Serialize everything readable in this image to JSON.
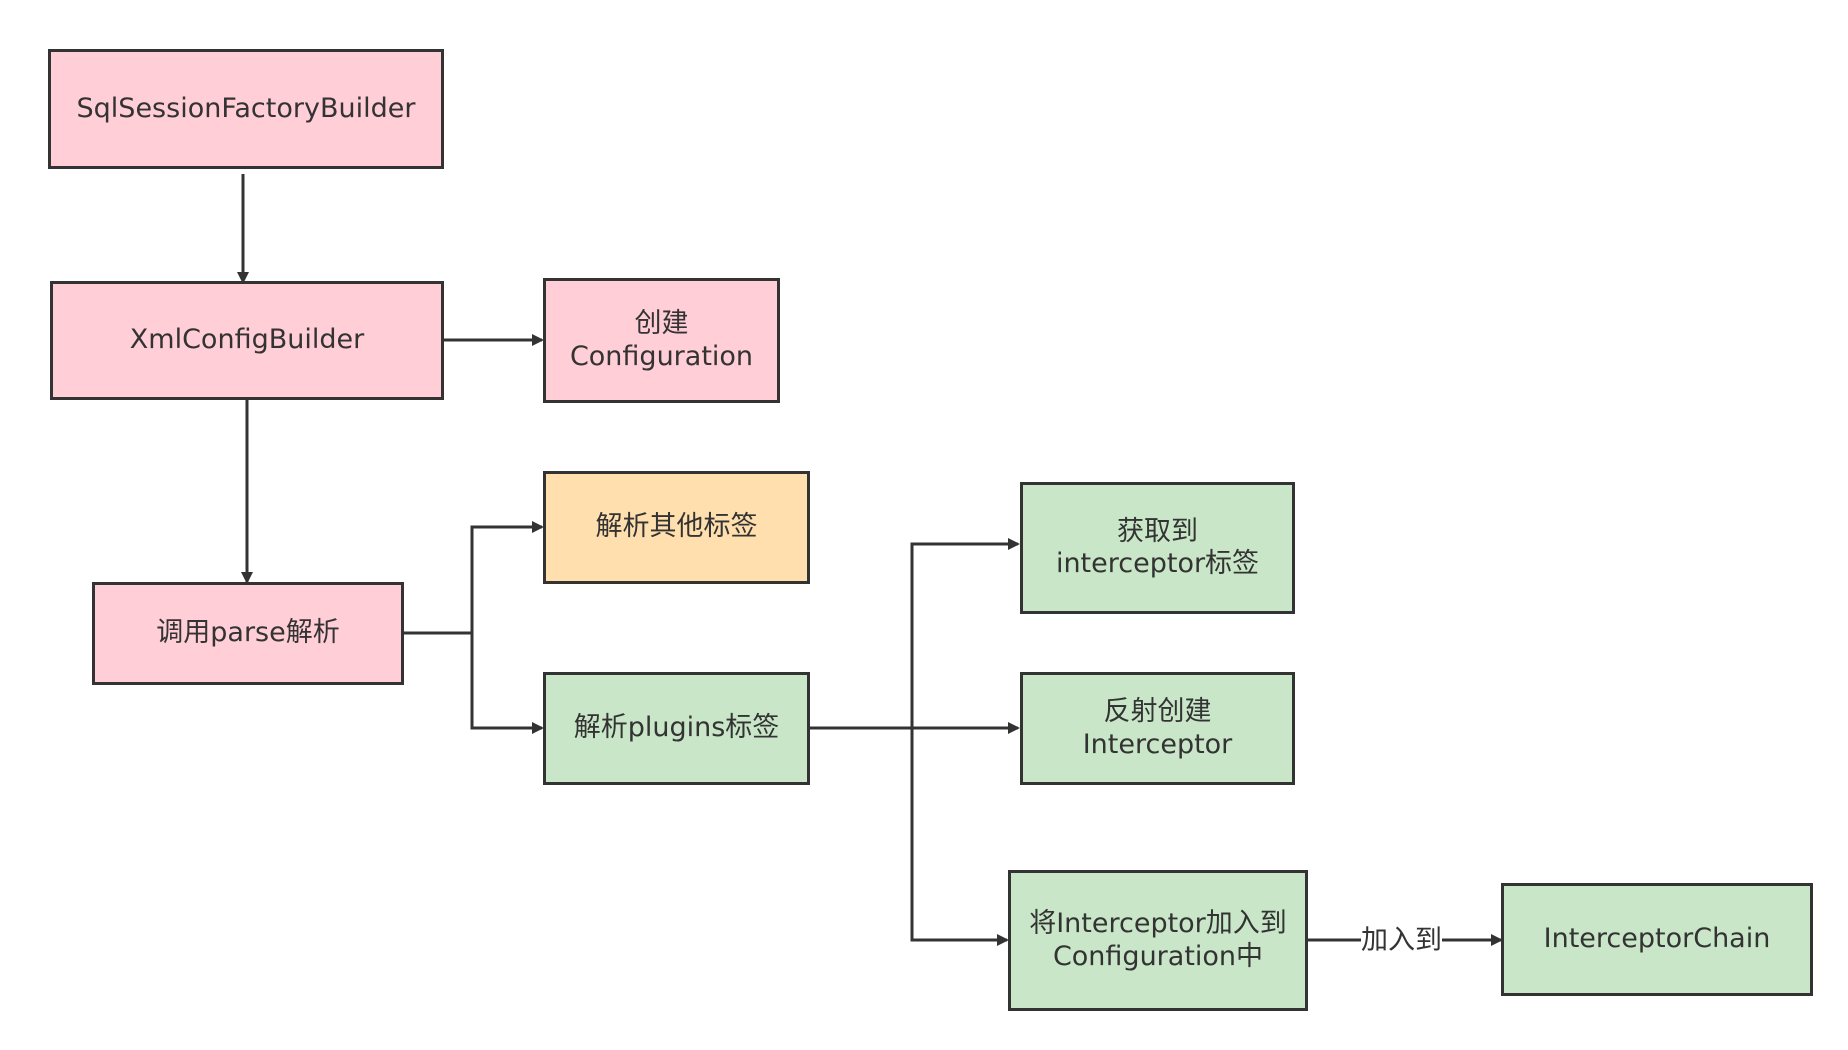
{
  "colors": {
    "pink": "#ffced6",
    "orange": "#ffdfad",
    "green": "#c9e7c8",
    "stroke": "#333333"
  },
  "nodes": {
    "sqlsessionfactorybuilder": {
      "lines": [
        "SqlSessionFactoryBuilder"
      ]
    },
    "xmlconfigbuilder": {
      "lines": [
        "XmlConfigBuilder"
      ]
    },
    "create_configuration": {
      "lines": [
        "创建",
        "Configuration"
      ]
    },
    "call_parse": {
      "lines": [
        "调用parse解析"
      ]
    },
    "parse_other_tags": {
      "lines": [
        "解析其他标签"
      ]
    },
    "parse_plugins_tag": {
      "lines": [
        "解析plugins标签"
      ]
    },
    "get_interceptor_tag": {
      "lines": [
        "获取到",
        "interceptor标签"
      ]
    },
    "reflect_create_interceptor": {
      "lines": [
        "反射创建",
        "Interceptor"
      ]
    },
    "add_interceptor_to_configuration": {
      "lines": [
        "将Interceptor加入到",
        "Configuration中"
      ]
    },
    "interceptorchain": {
      "lines": [
        "InterceptorChain"
      ]
    }
  },
  "edge_labels": {
    "add_to": "加入到"
  }
}
